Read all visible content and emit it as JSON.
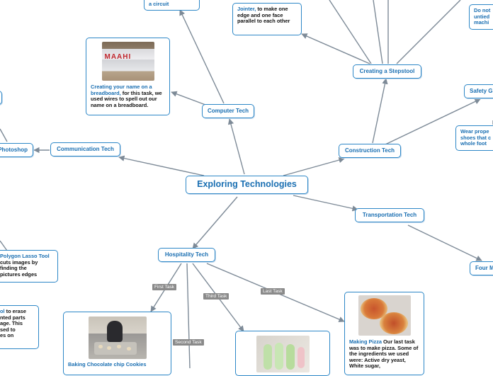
{
  "central": {
    "title": "Exploring Technologies"
  },
  "nodes": {
    "computer_tech": "Computer Tech",
    "communication_tech": "Communication Tech",
    "construction_tech": "Construction Tech",
    "transportation_tech": "Transportation Tech",
    "hospitality_tech": "Hospitality Tech",
    "creating_stepstool": "Creating a Stepstool",
    "safety_partial": "Safety G",
    "four_partial": "Four M",
    "photoshop_partial": "Photoshop"
  },
  "notes": {
    "circuit_top": "a circuit",
    "jointer_hl": "Jointer,",
    "jointer_text": " to make one edge and one face parallel to each other",
    "do_not_partial": [
      "Do not",
      "untied",
      "machi"
    ],
    "breadboard_hl": "Creating your name on a breadboard,",
    "breadboard_text": " for this task, we used wires to spell out our name on a breadboard.",
    "shoes_partial": [
      "Wear prope",
      "shoes that c",
      "whole foot"
    ],
    "polygon_hl": "Polygon Lasso Tool",
    "polygon_lines": [
      "cuts images by",
      "finding the",
      "pictures edges"
    ],
    "eraser_hl": "ol",
    "eraser_first": " to erase",
    "eraser_lines": [
      "nted parts",
      "age. This",
      "sed to",
      "es on"
    ],
    "cookies_hl": "Baking Chocolate chip Cookies",
    "pizza_hl": "Making Pizza",
    "pizza_text": " Our last task was to make pizza. Some of the ingredients we used were: Active dry yeast, White sugar,"
  },
  "photo_text": {
    "breadboard": "MAAHI"
  },
  "tags": {
    "first": "First Task",
    "second": "Second Task",
    "third": "Third Task",
    "last": "Last Task"
  },
  "colors": {
    "accent": "#2d87c7",
    "label_text": "#1a6fb2",
    "tag_bg": "#8a8a8a",
    "link": "#7d8a97"
  }
}
